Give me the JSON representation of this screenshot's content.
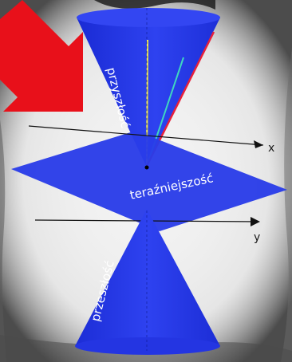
{
  "diagram": {
    "labels": {
      "future": "przyszłość",
      "present": "teraźniejszość",
      "past": "przeszłość",
      "x_axis": "x",
      "y_axis": "y"
    },
    "colors": {
      "cone_blue": "#2335e6",
      "plane_blue": "#2a3ce8",
      "arrow_red": "#e8101a",
      "line_yellow": "#f4ec4c",
      "line_teal": "#3fd6c0",
      "line_red": "#e8203a",
      "background_smudge": "#1e1e1e"
    },
    "icons": [
      "red-arrow-icon"
    ]
  }
}
